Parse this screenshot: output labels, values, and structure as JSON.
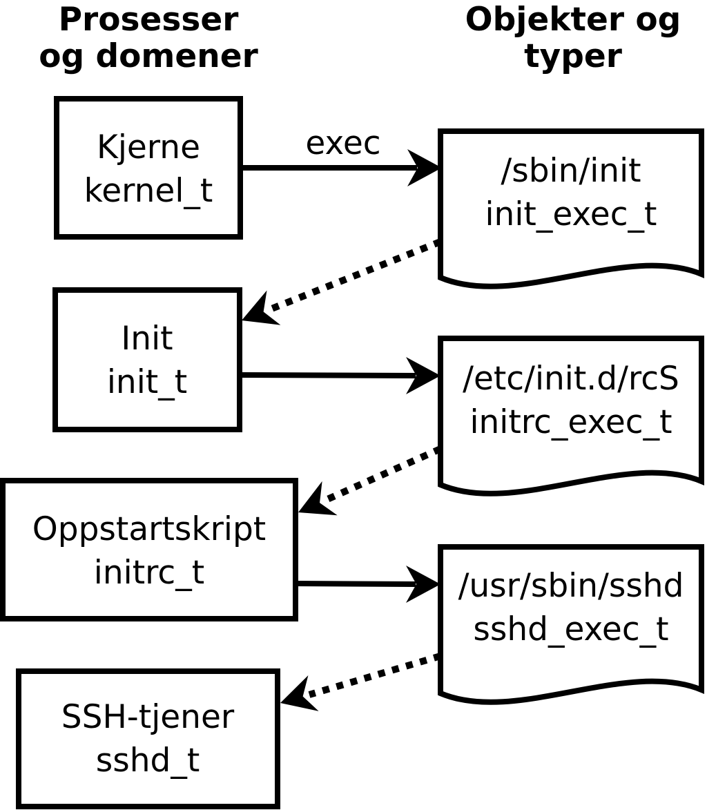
{
  "headers": {
    "left": {
      "line1": "Prosesser",
      "line2": "og domener"
    },
    "right": {
      "line1": "Objekter og",
      "line2": "typer"
    }
  },
  "edge_label": "exec",
  "processes": [
    {
      "name": "Kjerne",
      "type": "kernel_t"
    },
    {
      "name": "Init",
      "type": "init_t"
    },
    {
      "name": "Oppstartskript",
      "type": "initrc_t"
    },
    {
      "name": "SSH-tjener",
      "type": "sshd_t"
    }
  ],
  "objects": [
    {
      "path": "/sbin/init",
      "type": "init_exec_t"
    },
    {
      "path": "/etc/init.d/rcS",
      "type": "initrc_exec_t"
    },
    {
      "path": "/usr/sbin/sshd",
      "type": "sshd_exec_t"
    }
  ],
  "colors": {
    "stroke": "#000000",
    "shape_fill": "#ffffff",
    "background": "#ffffff"
  }
}
